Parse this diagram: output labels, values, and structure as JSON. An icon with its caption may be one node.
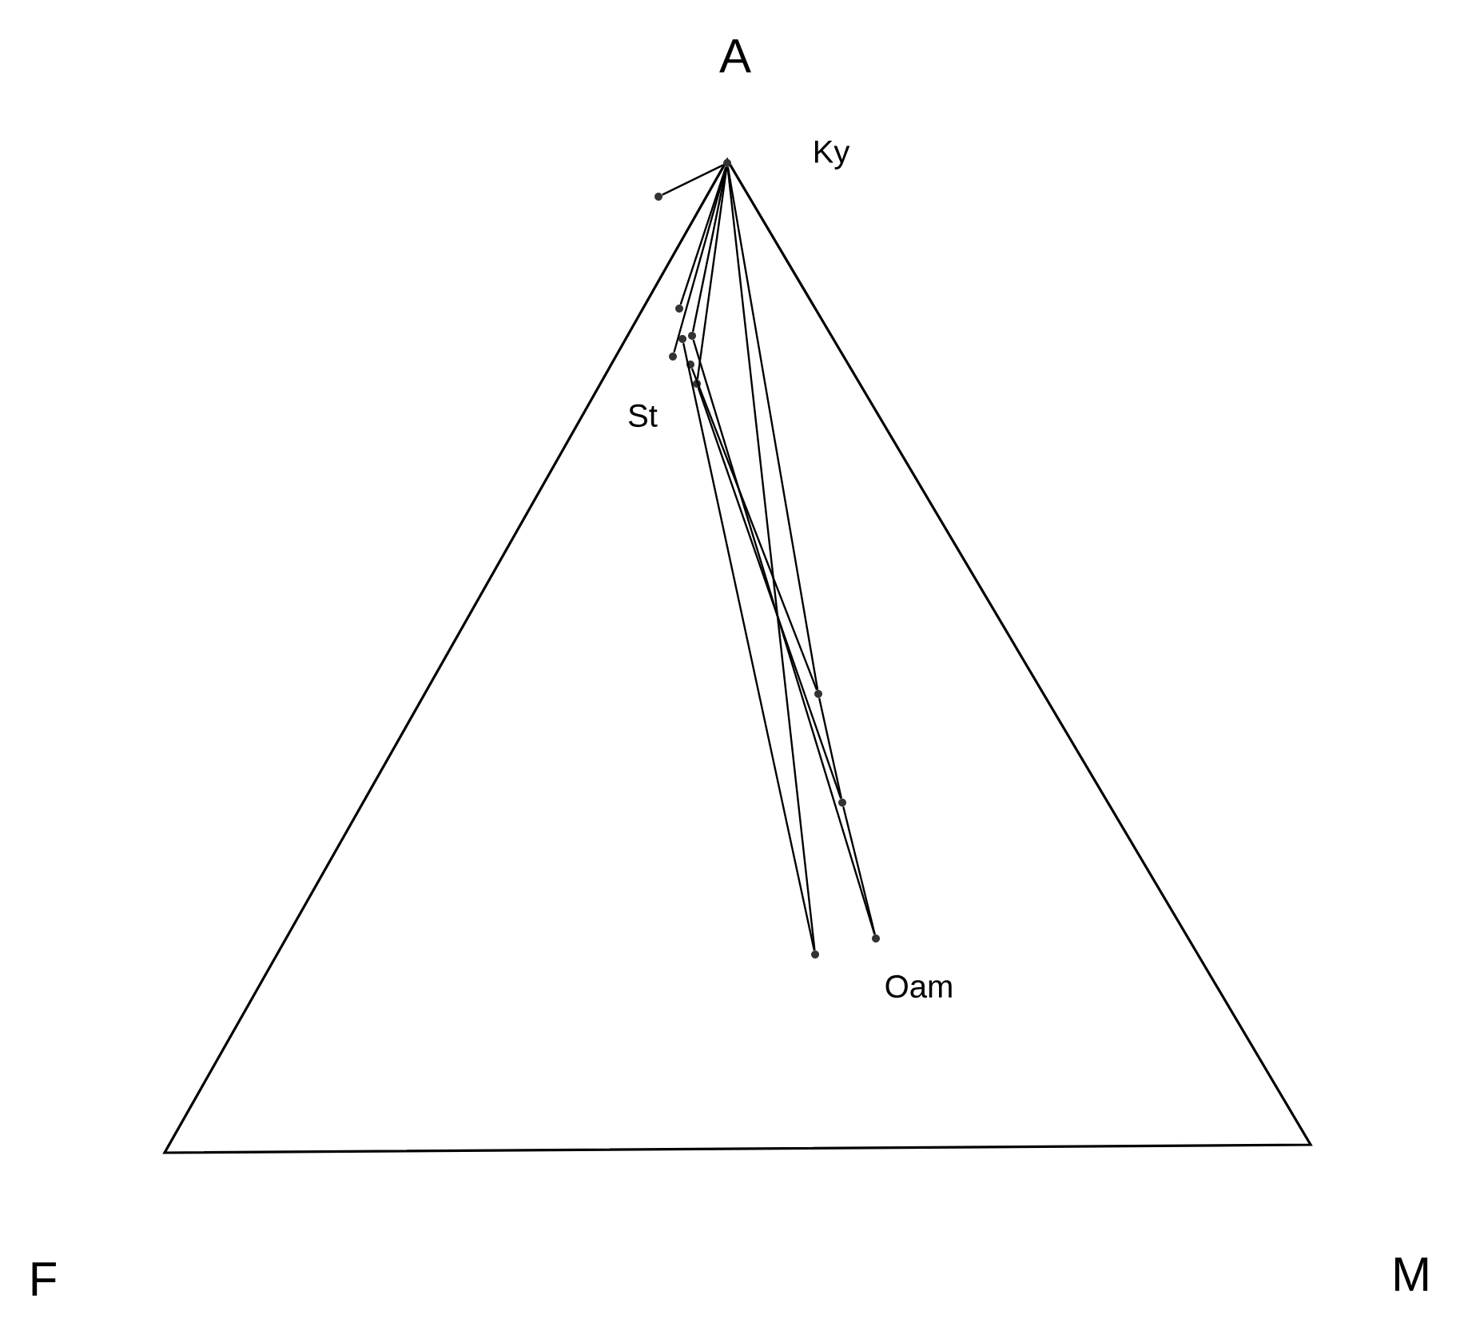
{
  "diagram": {
    "nodes": [
      {
        "text": [],
        "shape": "circle",
        "beside": [
          "Ky"
        ]
      },
      {
        "text": [],
        "shape": "circle"
      },
      {
        "text": [],
        "shape": "circle"
      },
      {
        "text": [],
        "shape": "circle"
      },
      {
        "text": [],
        "shape": "circle"
      },
      {
        "text": [],
        "shape": "circle"
      },
      {
        "text": [],
        "shape": "circle",
        "beside": [
          "St"
        ]
      },
      {
        "text": [],
        "shape": "circle"
      },
      {
        "text": [],
        "shape": "circle"
      },
      {
        "text": [],
        "shape": "circle"
      },
      {
        "text": [],
        "shape": "circle"
      },
      {
        "text": [],
        "shape": "circle",
        "beside": [
          "Oam"
        ]
      }
    ],
    "edges": [
      {
        "from": 0,
        "to": 1,
        "arrow": "none"
      },
      {
        "from": 0,
        "to": 2,
        "arrow": "none"
      },
      {
        "from": 0,
        "to": 4,
        "arrow": "none"
      },
      {
        "from": 0,
        "to": 5,
        "arrow": "none"
      },
      {
        "from": 0,
        "to": 7,
        "arrow": "none"
      },
      {
        "from": 0,
        "to": 8,
        "arrow": "none"
      },
      {
        "from": 0,
        "to": 10,
        "arrow": "none"
      },
      {
        "from": 3,
        "to": 10,
        "arrow": "none"
      },
      {
        "from": 4,
        "to": 11,
        "arrow": "none"
      },
      {
        "from": 6,
        "to": 8,
        "arrow": "none"
      },
      {
        "from": 7,
        "to": 9,
        "arrow": "none"
      },
      {
        "from": 8,
        "to": 9,
        "arrow": "none"
      },
      {
        "from": 9,
        "to": 11,
        "arrow": "none"
      }
    ],
    "labels": [
      "A",
      "F",
      "M"
    ]
  }
}
